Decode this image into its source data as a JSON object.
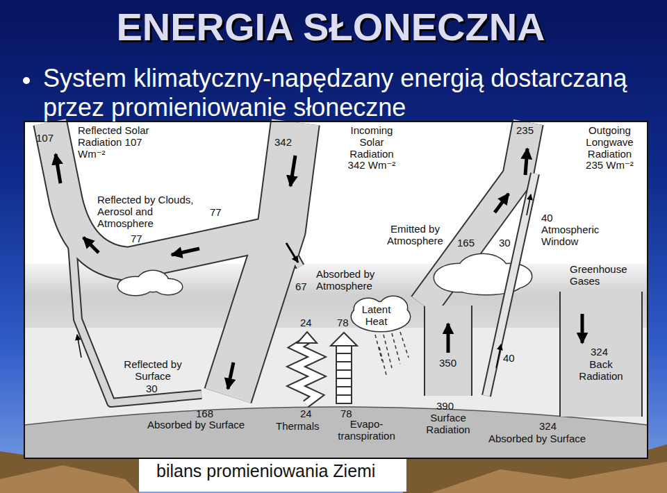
{
  "diagram": {
    "title": "ENERGIA SŁONECZNA",
    "caption": "bilans promieniowania Ziemi",
    "labels": [
      "System klimatyczny-napędzany energią dostarczaną przez promieniowanie słoneczne",
      "107",
      "Reflected Solar Radiation 107 Wm⁻²",
      "342",
      "Incoming Solar Radiation 342 Wm⁻²",
      "235",
      "Outgoing Longwave Radiation 235 Wm⁻²",
      "Reflected by Clouds, Aerosol and Atmosphere",
      "77",
      "77",
      "Emitted by Atmosphere",
      "165",
      "30",
      "40",
      "Atmospheric Window",
      "Greenhouse Gases",
      "67",
      "Absorbed by Atmosphere",
      "24",
      "78",
      "Latent Heat",
      "350",
      "40",
      "324",
      "Back Radiation",
      "Reflected by Surface",
      "30",
      "168",
      "Absorbed by Surface",
      "24",
      "Thermals",
      "78",
      "Evapo-transpiration",
      "390",
      "Surface Radiation",
      "324",
      "Absorbed by Surface"
    ]
  }
}
